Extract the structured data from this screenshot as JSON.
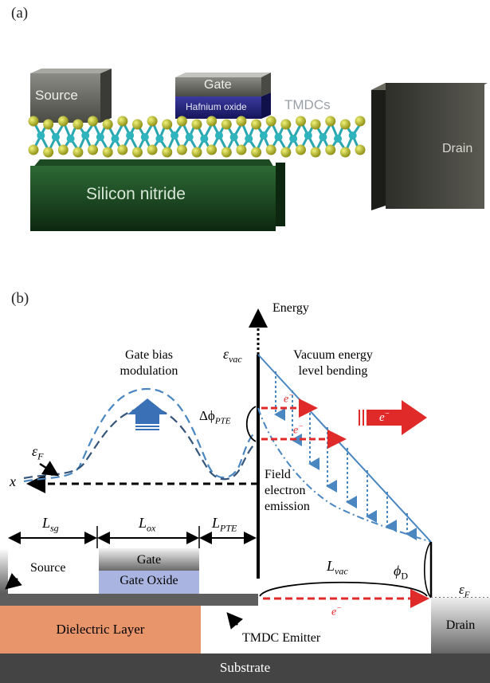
{
  "panel_a": {
    "label": "(a)",
    "source": "Source",
    "gate": "Gate",
    "oxide": "Hafnium oxide",
    "tmdcs": "TMDCs",
    "drain": "Drain",
    "substrate": "Silicon nitride"
  },
  "panel_b": {
    "label": "(b)",
    "energy": "Energy",
    "e_vac": "ε",
    "e_vac_sub": "vac",
    "gate_bias_1": "Gate bias",
    "gate_bias_2": "modulation",
    "vac_bend_1": "Vacuum energy",
    "vac_bend_2": "level bending",
    "delta_phi": "Δϕ",
    "delta_phi_sub": "PTE",
    "electron": "e",
    "electron_sup": "−",
    "e_f": "ε",
    "e_f_sub": "F",
    "x_axis": "x",
    "fe_1": "Field",
    "fe_2": "electron",
    "fe_3": "emission",
    "l_sg": "L",
    "l_sg_sub": "sg",
    "l_ox": "L",
    "l_ox_sub": "ox",
    "l_pte": "L",
    "l_pte_sub": "PTE",
    "l_vac": "L",
    "l_vac_sub": "vac",
    "phi_d": "ϕ",
    "phi_d_sub": "D",
    "source": "Source",
    "gate": "Gate",
    "gate_oxide": "Gate Oxide",
    "dielectric": "Dielectric Layer",
    "tmdc_emitter": "TMDC Emitter",
    "drain": "Drain",
    "substrate": "Substrate"
  },
  "colors": {
    "blue": "#4a86c0",
    "dark_blue": "#35557a",
    "red": "#e02a2a",
    "dielectric": "#e8956b",
    "gate_oxide": "#aab4e0",
    "substrate": "#444444"
  }
}
